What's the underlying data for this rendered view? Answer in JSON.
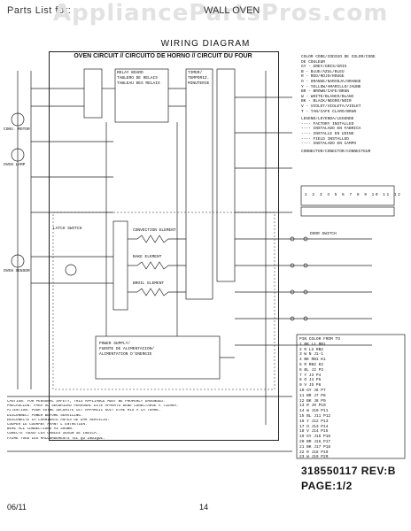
{
  "header": {
    "left": "Parts List for:",
    "watermark": "AppliancePartsPros.com",
    "right": "WALL OVEN"
  },
  "title": "WIRING DIAGRAM",
  "oven_title": "OVEN CIRCUIT // CIRCUITO DE HORNO // CIRCUIT DU FOUR",
  "color_legend": [
    "COLOR CODE/CODIGO DE COLOR/CODE",
    "DE COULEUR",
    "GY - GREY/GRIS/GRIS",
    "B - BLUE/AZUL/BLEU",
    "R - RED/ROJO/ROUGE",
    "O - ORANGE/NARANJA/ORANGE",
    "Y - YELLOW/AMARILLO/JAUNE",
    "BR - BROWN/CAFE/BRUN",
    "W - WHITE/BLANCO/BLANC",
    "BK - BLACK/NEGRO/NOIR",
    "V - VIOLET/VIOLETA/VIOLET",
    "T - TAN/CAFE CLARO/BRUN"
  ],
  "switch_legend": [
    "LEGEND/LEYENDA/LEGENDE",
    "---- FACTORY INSTALLED",
    "---- INSTALADO EN FABRICA",
    "---- INSTALLE EN USINE",
    "---- FIELD INSTALLED",
    "---- INSTALADO EN CAMPO"
  ],
  "connector_note": "CONNECTOR/CONECTOR/CONNECTEUR",
  "connector_pins": [
    "1",
    "2",
    "3",
    "4",
    "5",
    "6",
    "7",
    "8",
    "9",
    "10",
    "11",
    "12"
  ],
  "labels": {
    "relay_board": "RELAY BOARD",
    "relay_board2": "TABLERO DE RELAIS",
    "relay_board3": "TABLEAU DES RELAIS",
    "timer": "TIMER/",
    "timer2": "TEMPORIZ.",
    "timer3": "MINUTERIE",
    "convection": "CONVECTION ELEMENT",
    "bake": "BAKE ELEMENT",
    "broil": "BROIL ELEMENT",
    "power_supply": "POWER SUPPLY/",
    "power_supply2": "FUENTE DE ALIMENTACION/",
    "power_supply3": "ALIMENTATION D'ENERGIE",
    "latch": "LATCH SWITCH",
    "motor": "CONV. MOTOR",
    "lamp": "OVEN LAMP",
    "door_switch": "DOOR SWITCH",
    "sensor": "OVEN SENSOR"
  },
  "table_header": "PIN  COLOR  FROM  TO",
  "table_rows": [
    "1  BK  L1  RB1",
    "2  R   L2  RB2",
    "3  W   N   J1-1",
    "4  BK  RB1 K1",
    "5  R   RB2 K2",
    "6  BL  J2  P3",
    "7  Y   J3  P4",
    "8  O   J4  P5",
    "9  V   J5  P6",
    "10 GY  J6  P7",
    "11 BR  J7  P8",
    "12 BK  J8  P9",
    "13 R   J9  P10",
    "14 W   J10 P11",
    "15 BL  J11 P12",
    "16 Y   J12 P13",
    "17 O   J13 P14",
    "18 V   J14 P15",
    "19 GY  J15 P16",
    "20 BR  J16 P17",
    "21 BK  J17 P18",
    "22 R   J18 P19",
    "23 W   J19 P20"
  ],
  "notes": [
    "CAUTION: FOR PERSONAL SAFETY, THIS APPLIANCE MUST BE PROPERLY GROUNDED.",
    "PRECAUCION: PARA SU SEGURIDAD PERSONAL ESTE APARATO DEBE CONECTARSE A TIERRA.",
    "ATTENTION: POUR VOTRE SECURITE CET APPAREIL DOIT ETRE MIS A LA TERRE.",
    "DISCONNECT POWER BEFORE SERVICING.",
    "DESCONECTE LA CORRIENTE ANTES DE DAR SERVICIO.",
    "COUPER LE COURANT AVANT L'ENTRETIEN.",
    "WIRE ALL CONNECTIONS AS SHOWN.",
    "CONECTE TODOS LOS CABLES SEGUN SE INDICA.",
    "FAIRE TOUS LES RACCORDEMENTS TEL QU'INDIQUE."
  ],
  "part_number": "318550117 REV:B",
  "page_label": "PAGE:1/2",
  "footer": {
    "date": "06/11",
    "page": "14"
  }
}
